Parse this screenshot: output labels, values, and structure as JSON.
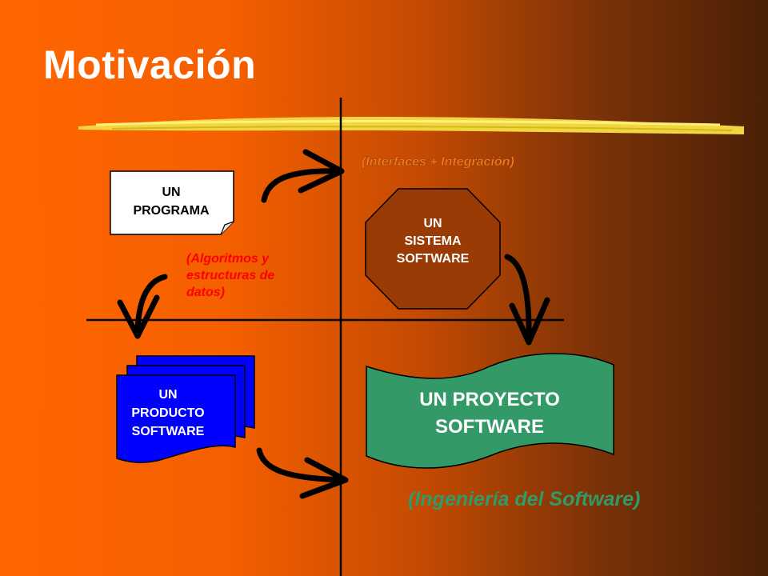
{
  "slide": {
    "title": "Motivación"
  },
  "diagram": {
    "programa": [
      "UN",
      "PROGRAMA"
    ],
    "sistema": [
      "UN",
      "SISTEMA",
      "SOFTWARE"
    ],
    "producto": [
      "UN",
      "PRODUCTO",
      "SOFTWARE"
    ],
    "proyecto": [
      "UN PROYECTO",
      "SOFTWARE"
    ],
    "note_interfaces": "(Interfaces + Integración)",
    "note_algoritmos": [
      "(Algoritmos y",
      "estructuras de",
      "datos)"
    ],
    "note_ingenieria": "(Ingeniería del Software)"
  },
  "colors": {
    "background_left": "#ff6600",
    "background_right": "#4a2006",
    "programa_fill": "#ffffff",
    "sistema_fill": "#9a3a05",
    "producto_fill": "#0000ff",
    "proyecto_fill": "#339966",
    "interfaces_text": "#ff7a1a",
    "algoritmos_text": "#ff0000",
    "ingenieria_text": "#339966",
    "stroke_line": "yellow-brush"
  }
}
